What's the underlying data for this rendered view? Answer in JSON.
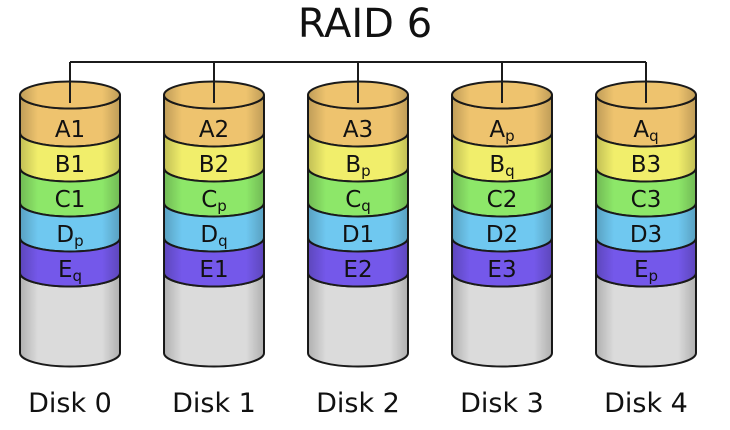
{
  "title": "RAID 6",
  "colors": {
    "row_fills": [
      "#EEC36E",
      "#F1EE6B",
      "#8DE769",
      "#6FC8F0",
      "#7458EA"
    ],
    "top_face": "#EEC36E",
    "body": "#DBDBDB",
    "stroke": "#1B1B1B",
    "background": "#FFFFFF",
    "label_text": "#111111"
  },
  "disks": [
    {
      "label": "Disk 0",
      "blocks": [
        {
          "base": "A",
          "suffix": "1",
          "subscript": false
        },
        {
          "base": "B",
          "suffix": "1",
          "subscript": false
        },
        {
          "base": "C",
          "suffix": "1",
          "subscript": false
        },
        {
          "base": "D",
          "suffix": "p",
          "subscript": true
        },
        {
          "base": "E",
          "suffix": "q",
          "subscript": true
        }
      ]
    },
    {
      "label": "Disk 1",
      "blocks": [
        {
          "base": "A",
          "suffix": "2",
          "subscript": false
        },
        {
          "base": "B",
          "suffix": "2",
          "subscript": false
        },
        {
          "base": "C",
          "suffix": "p",
          "subscript": true
        },
        {
          "base": "D",
          "suffix": "q",
          "subscript": true
        },
        {
          "base": "E",
          "suffix": "1",
          "subscript": false
        }
      ]
    },
    {
      "label": "Disk 2",
      "blocks": [
        {
          "base": "A",
          "suffix": "3",
          "subscript": false
        },
        {
          "base": "B",
          "suffix": "p",
          "subscript": true
        },
        {
          "base": "C",
          "suffix": "q",
          "subscript": true
        },
        {
          "base": "D",
          "suffix": "1",
          "subscript": false
        },
        {
          "base": "E",
          "suffix": "2",
          "subscript": false
        }
      ]
    },
    {
      "label": "Disk 3",
      "blocks": [
        {
          "base": "A",
          "suffix": "p",
          "subscript": true
        },
        {
          "base": "B",
          "suffix": "q",
          "subscript": true
        },
        {
          "base": "C",
          "suffix": "2",
          "subscript": false
        },
        {
          "base": "D",
          "suffix": "2",
          "subscript": false
        },
        {
          "base": "E",
          "suffix": "3",
          "subscript": false
        }
      ]
    },
    {
      "label": "Disk 4",
      "blocks": [
        {
          "base": "A",
          "suffix": "q",
          "subscript": true
        },
        {
          "base": "B",
          "suffix": "3",
          "subscript": false
        },
        {
          "base": "C",
          "suffix": "3",
          "subscript": false
        },
        {
          "base": "D",
          "suffix": "3",
          "subscript": false
        },
        {
          "base": "E",
          "suffix": "p",
          "subscript": true
        }
      ]
    }
  ]
}
